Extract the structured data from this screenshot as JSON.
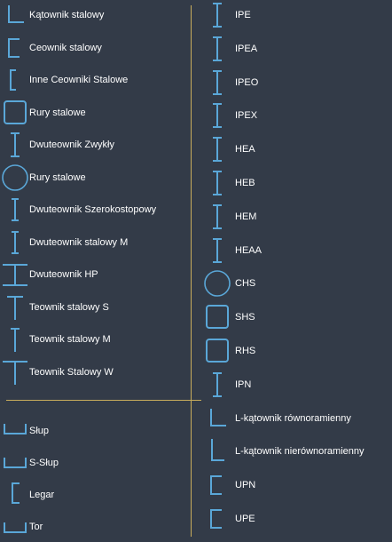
{
  "left_top": [
    {
      "label": "Kątownik stalowy",
      "icon": "angle-icon"
    },
    {
      "label": "Ceownik stalowy",
      "icon": "channel-icon"
    },
    {
      "label": "Inne Ceowniki Stalowe",
      "icon": "channel-narrow-icon"
    },
    {
      "label": "Rury stalowe",
      "icon": "square-tube-icon"
    },
    {
      "label": "Dwuteownik Zwykły",
      "icon": "i-beam-icon"
    },
    {
      "label": "Rury stalowe",
      "icon": "round-tube-icon"
    },
    {
      "label": "Dwuteownik Szerokostopowy",
      "icon": "i-beam-thin-icon"
    },
    {
      "label": "Dwuteownik stalowy M",
      "icon": "i-beam-thin-icon"
    },
    {
      "label": "Dwuteownik HP",
      "icon": "h-pile-icon"
    },
    {
      "label": "Teownik stalowy S",
      "icon": "tee-icon"
    },
    {
      "label": "Teownik stalowy M",
      "icon": "tee-narrow-icon"
    },
    {
      "label": "Teownik Stalowy W",
      "icon": "tee-wide-icon"
    }
  ],
  "left_bottom": [
    {
      "label": "Słup",
      "icon": "column-icon"
    },
    {
      "label": "S-Słup",
      "icon": "s-column-icon"
    },
    {
      "label": "Legar",
      "icon": "joist-icon"
    },
    {
      "label": "Tor",
      "icon": "track-icon"
    }
  ],
  "right": [
    {
      "label": "IPE",
      "icon": "i-beam-icon"
    },
    {
      "label": "IPEA",
      "icon": "i-beam-icon"
    },
    {
      "label": "IPEO",
      "icon": "i-beam-icon"
    },
    {
      "label": "IPEX",
      "icon": "i-beam-icon"
    },
    {
      "label": "HEA",
      "icon": "i-beam-icon"
    },
    {
      "label": "HEB",
      "icon": "i-beam-icon"
    },
    {
      "label": "HEM",
      "icon": "i-beam-icon"
    },
    {
      "label": "HEAA",
      "icon": "i-beam-icon"
    },
    {
      "label": "CHS",
      "icon": "round-tube-icon"
    },
    {
      "label": "SHS",
      "icon": "square-tube-icon"
    },
    {
      "label": "RHS",
      "icon": "square-tube-icon"
    },
    {
      "label": "IPN",
      "icon": "i-beam-icon"
    },
    {
      "label": "L-kątownik równoramienny",
      "icon": "angle-icon"
    },
    {
      "label": "L-kątownik nierównoramienny",
      "icon": "angle-tall-icon"
    },
    {
      "label": "UPN",
      "icon": "channel-icon"
    },
    {
      "label": "UPE",
      "icon": "channel-icon"
    }
  ],
  "colors": {
    "background": "#333b48",
    "icon": "#5aa7d8",
    "divider": "#c9ad5c",
    "text": "#ffffff"
  }
}
